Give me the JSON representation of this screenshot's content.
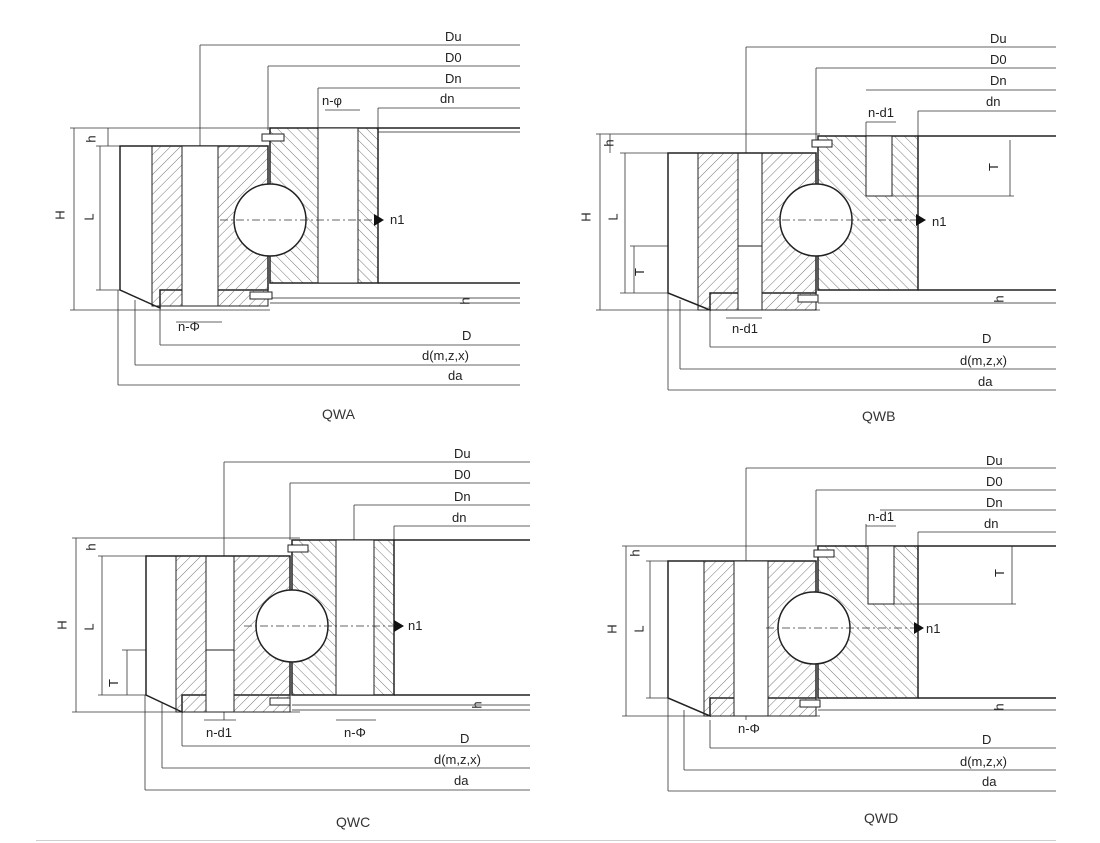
{
  "diagrams": [
    {
      "id": "qwa",
      "caption": "QWA",
      "top_labels": [
        "Du",
        "D0",
        "Dn",
        "dn"
      ],
      "upper_hole_label": "n-φ",
      "lower_hole_label": "n-Φ",
      "side_labels": [
        "H",
        "L",
        "h"
      ],
      "bottom_labels": [
        "D",
        "d(m,z,x)",
        "da"
      ],
      "gap_label": "h",
      "marker_label": "n1"
    },
    {
      "id": "qwb",
      "caption": "QWB",
      "top_labels": [
        "Du",
        "D0",
        "Dn",
        "dn"
      ],
      "upper_hole_label": "n-d1",
      "lower_hole_label": "n-d1",
      "side_labels": [
        "H",
        "L",
        "T",
        "h",
        "T"
      ],
      "bottom_labels": [
        "D",
        "d(m,z,x)",
        "da"
      ],
      "gap_label": "h",
      "marker_label": "n1"
    },
    {
      "id": "qwc",
      "caption": "QWC",
      "top_labels": [
        "Du",
        "D0",
        "Dn",
        "dn"
      ],
      "upper_hole_label": "",
      "lower_hole_label": "n-d1",
      "lower_hole_label_2": "n-Φ",
      "side_labels": [
        "H",
        "L",
        "T",
        "h"
      ],
      "bottom_labels": [
        "D",
        "d(m,z,x)",
        "da"
      ],
      "gap_label": "h",
      "marker_label": "n1"
    },
    {
      "id": "qwd",
      "caption": "QWD",
      "top_labels": [
        "Du",
        "D0",
        "Dn",
        "dn"
      ],
      "upper_hole_label": "n-d1",
      "lower_hole_label": "n-Φ",
      "side_labels": [
        "H",
        "L",
        "h",
        "T"
      ],
      "bottom_labels": [
        "D",
        "d(m,z,x)",
        "da"
      ],
      "gap_label": "h",
      "marker_label": "n1"
    }
  ]
}
